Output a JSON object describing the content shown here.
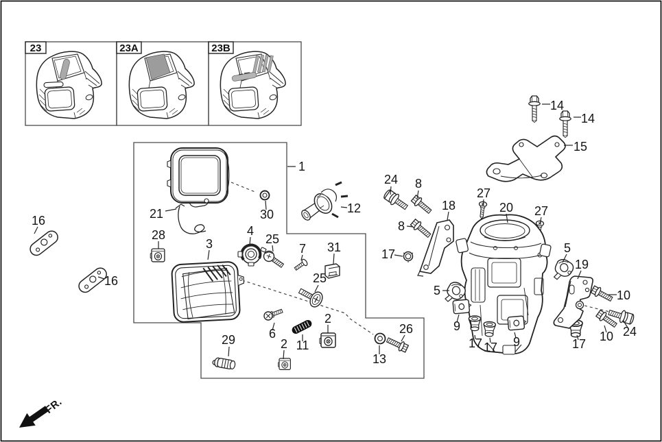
{
  "diagram": {
    "direction_label": "FR.",
    "background_color": "#ffffff",
    "line_color": "#1f1f1f",
    "shade_color": "#a8a8a8",
    "variant_boxes": [
      {
        "label": "23"
      },
      {
        "label": "23A"
      },
      {
        "label": "23B"
      }
    ]
  },
  "callouts": [
    {
      "text": "1"
    },
    {
      "text": "30"
    },
    {
      "text": "21"
    },
    {
      "text": "12"
    },
    {
      "text": "16"
    },
    {
      "text": "16"
    },
    {
      "text": "28"
    },
    {
      "text": "3"
    },
    {
      "text": "4"
    },
    {
      "text": "25"
    },
    {
      "text": "7"
    },
    {
      "text": "31"
    },
    {
      "text": "25"
    },
    {
      "text": "6"
    },
    {
      "text": "11"
    },
    {
      "text": "2"
    },
    {
      "text": "2"
    },
    {
      "text": "29"
    },
    {
      "text": "13"
    },
    {
      "text": "26"
    },
    {
      "text": "24"
    },
    {
      "text": "8"
    },
    {
      "text": "8"
    },
    {
      "text": "18"
    },
    {
      "text": "17"
    },
    {
      "text": "27"
    },
    {
      "text": "20"
    },
    {
      "text": "27"
    },
    {
      "text": "5"
    },
    {
      "text": "19"
    },
    {
      "text": "10"
    },
    {
      "text": "24"
    },
    {
      "text": "10"
    },
    {
      "text": "17"
    },
    {
      "text": "5"
    },
    {
      "text": "9"
    },
    {
      "text": "17"
    },
    {
      "text": "17"
    },
    {
      "text": "9"
    },
    {
      "text": "14"
    },
    {
      "text": "14"
    },
    {
      "text": "15"
    }
  ]
}
